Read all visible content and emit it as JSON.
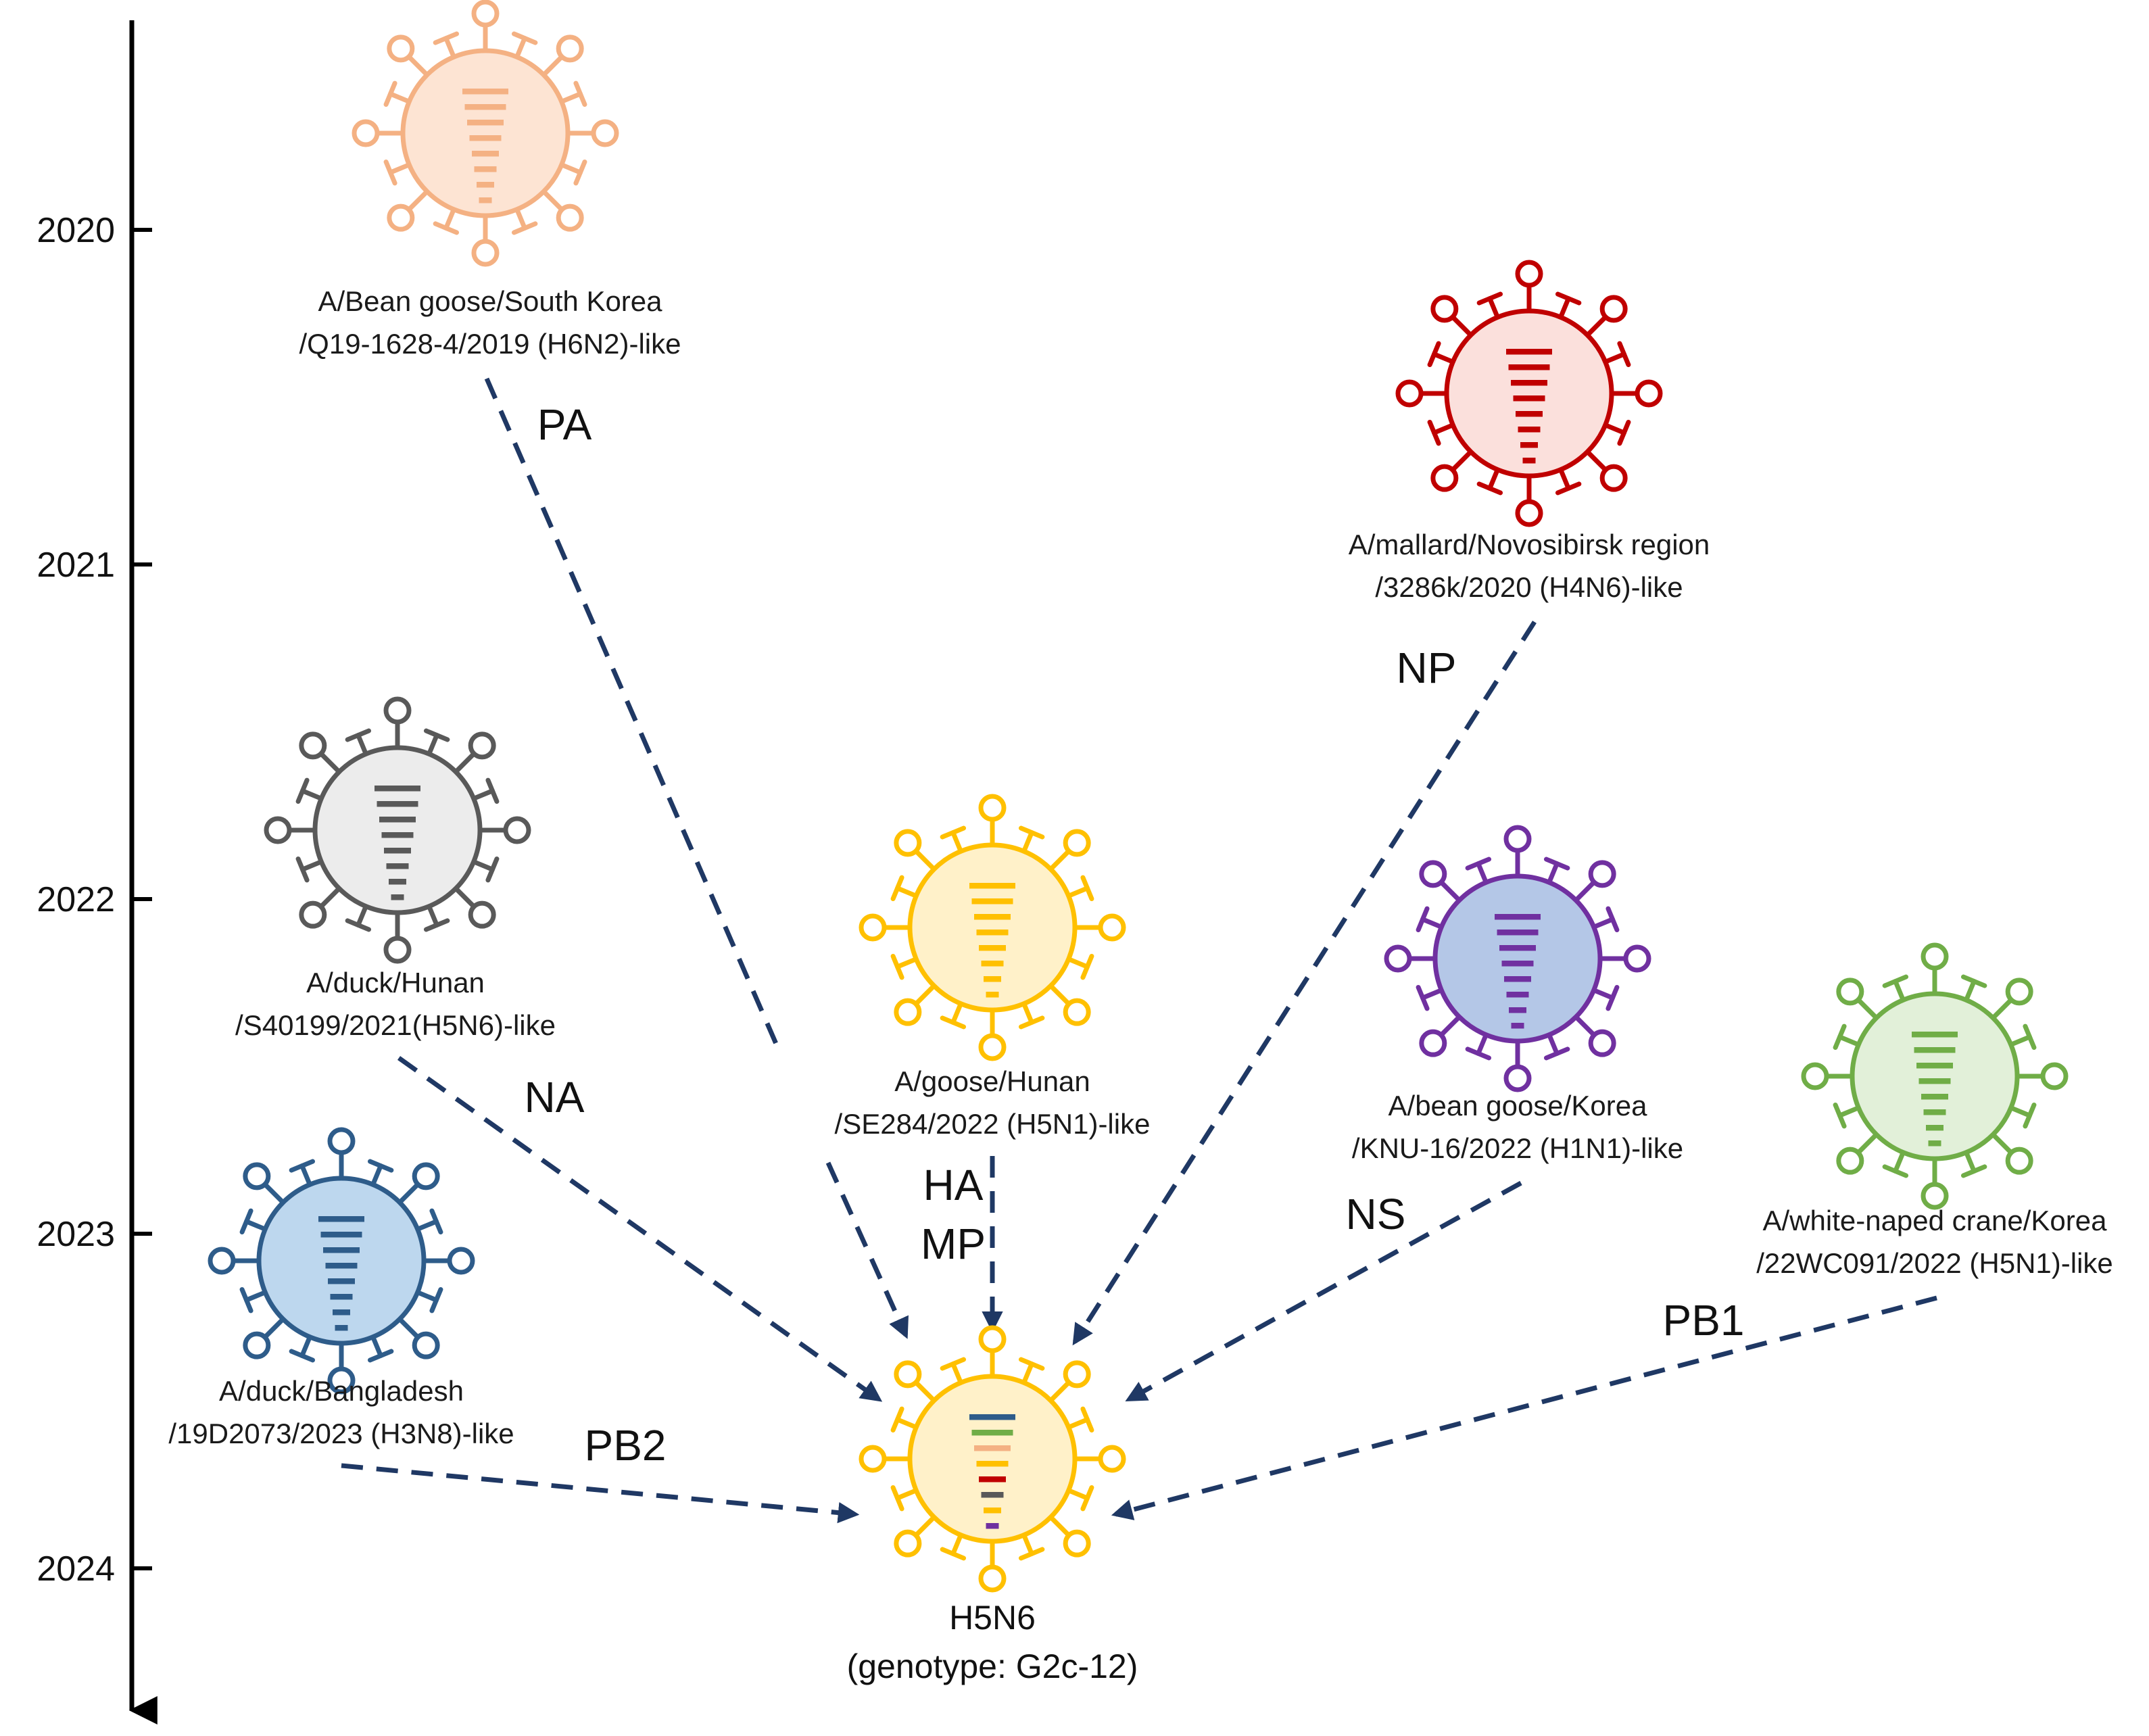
{
  "timeline": {
    "years": [
      "2020",
      "2021",
      "2022",
      "2023",
      "2024"
    ]
  },
  "viruses": [
    {
      "id": "pa-donor",
      "color": "#f4b183",
      "fill": "#fde4d3",
      "lines": [
        "A/Bean goose/South  Korea",
        "/Q19-1628-4/2019  (H6N2)-like"
      ]
    },
    {
      "id": "np-donor",
      "color": "#c00000",
      "fill": "#fbe0dc",
      "lines": [
        "A/mallard/Novosibirsk  region",
        "/3286k/2020  (H4N6)-like"
      ]
    },
    {
      "id": "na-donor",
      "color": "#595959",
      "fill": "#ececec",
      "lines": [
        "A/duck/Hunan",
        "/S40199/2021(H5N6)-like"
      ]
    },
    {
      "id": "ha-mp-donor",
      "color": "#ffc000",
      "fill": "#fff1c9",
      "lines": [
        "A/goose/Hunan",
        "/SE284/2022  (H5N1)-like"
      ]
    },
    {
      "id": "ns-donor",
      "color": "#7030a0",
      "fill": "#b4c7e7",
      "lines": [
        "A/bean goose/Korea",
        "/KNU-16/2022  (H1N1)-like"
      ]
    },
    {
      "id": "pb1-donor",
      "color": "#70ad47",
      "fill": "#e2f0d9",
      "lines": [
        "A/white-naped  crane/Korea",
        "/22WC091/2022 (H5N1)-like"
      ]
    },
    {
      "id": "pb2-donor",
      "color": "#2e5c8a",
      "fill": "#bdd7ee",
      "lines": [
        "A/duck/Bangladesh",
        "/19D2073/2023  (H3N8)-like"
      ]
    }
  ],
  "result": {
    "color": "#ffc000",
    "fill": "#fff1c9",
    "lines": [
      "H5N6",
      "(genotype: G2c-12)"
    ]
  },
  "segments": {
    "pa": "PA",
    "np": "NP",
    "na": "NA",
    "ha": "HA",
    "mp": "MP",
    "ns": "NS",
    "pb1": "PB1",
    "pb2": "PB2"
  },
  "colors": {
    "arrow": "#1f3864",
    "axis": "#000000"
  },
  "icons": [
    "virus-icon"
  ]
}
